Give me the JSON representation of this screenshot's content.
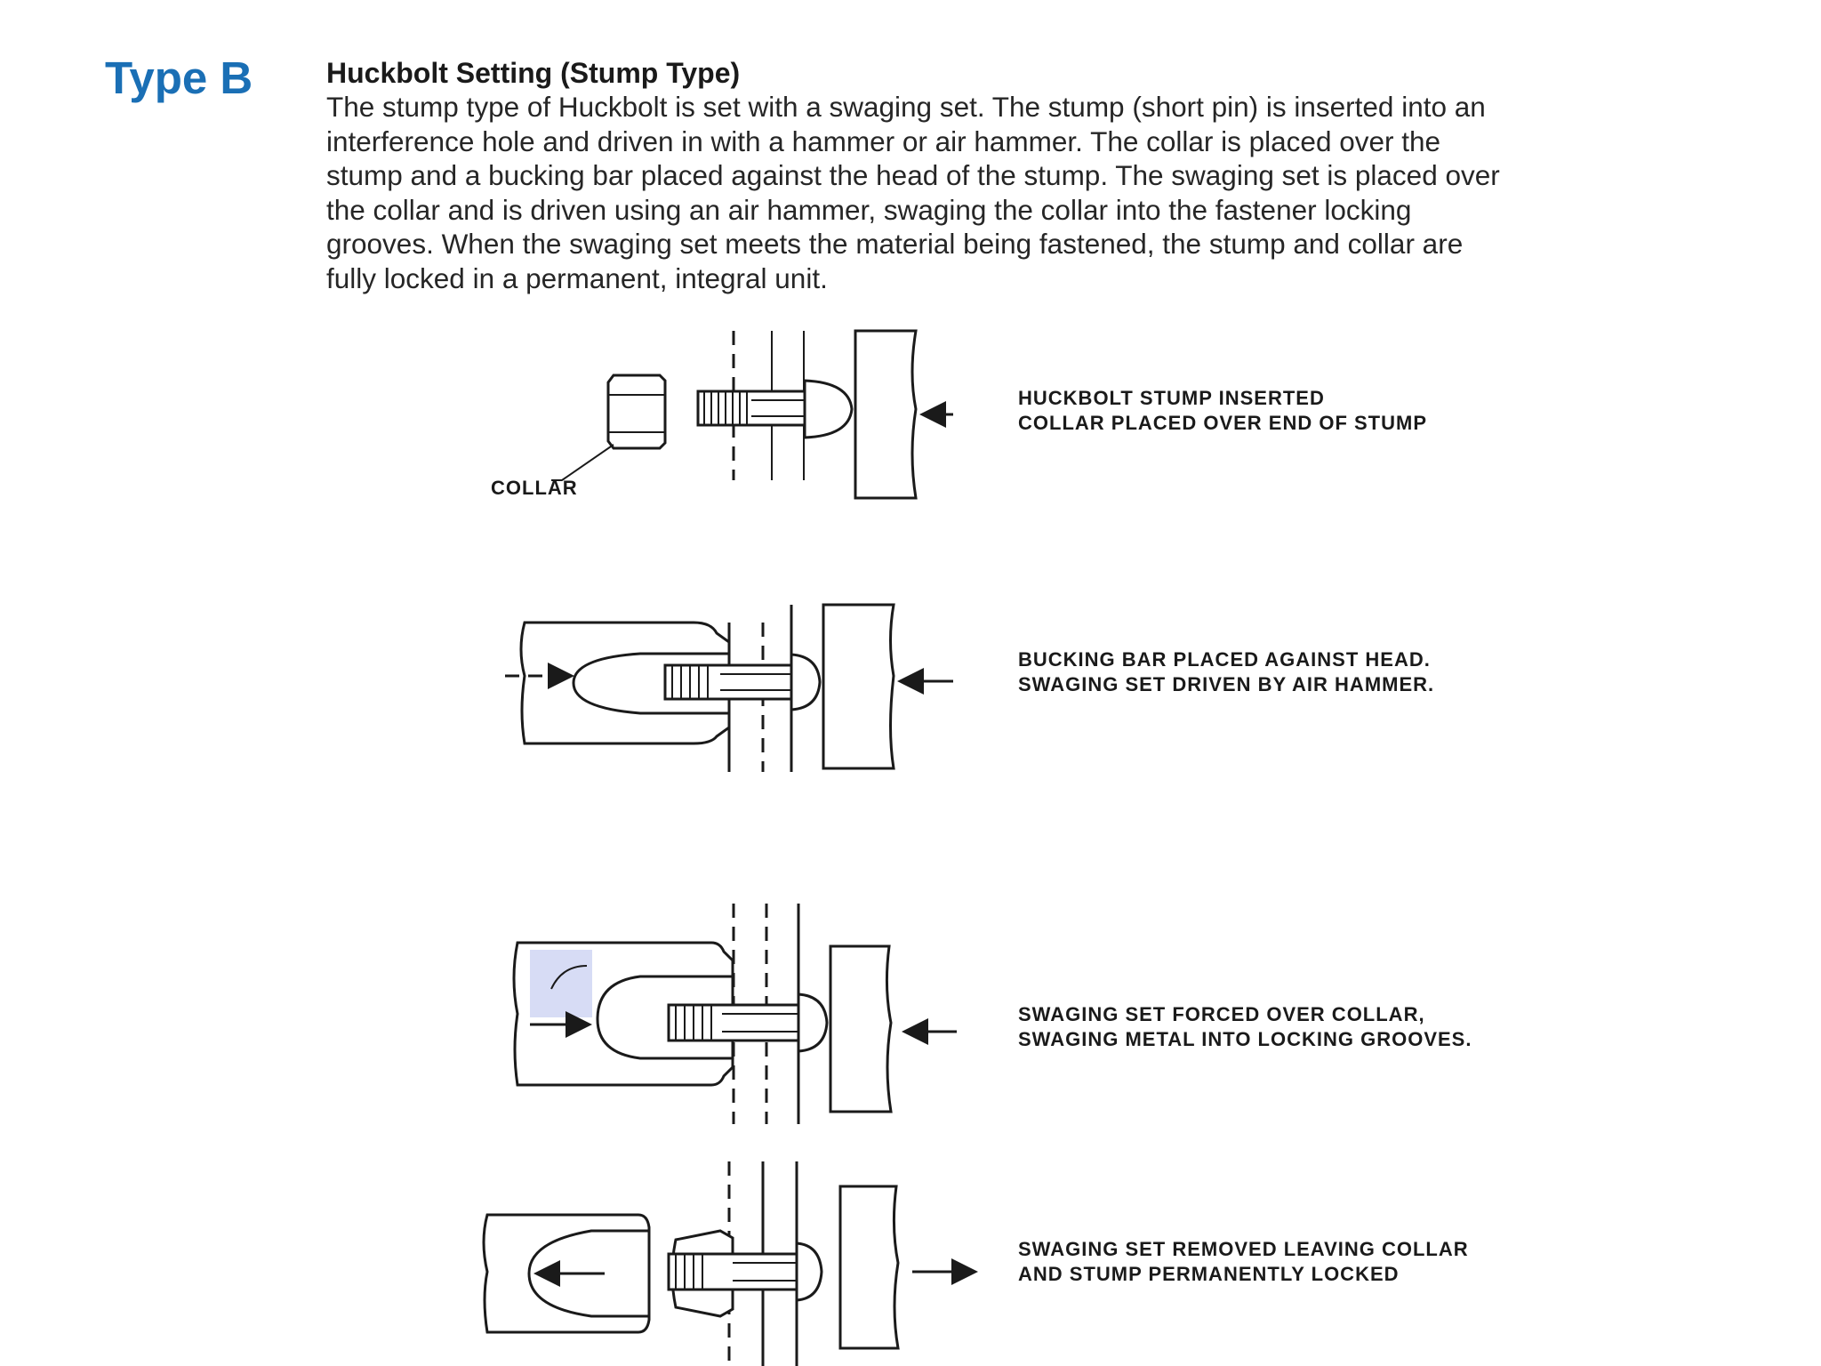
{
  "type_label": "Type B",
  "heading": "Huckbolt Setting (Stump Type)",
  "paragraph_lines": [
    "The stump type of Huckbolt is set with a swaging set. The stump (short pin) is inserted into an",
    "interference hole and driven in with a hammer or air hammer. The collar is placed over the",
    "stump and a bucking bar placed against the head of the stump. The swaging set is placed over",
    "the collar and is driven using an air hammer, swaging the collar into the fastener locking",
    "grooves. When the swaging set meets the material being fastened, the stump and collar are",
    "fully locked in a permanent, integral unit."
  ],
  "steps": [
    {
      "line1": "HUCKBOLT  STUMP  INSERTED",
      "line2": "COLLAR  PLACED  OVER  END  OF  STUMP",
      "part_label": "COLLAR"
    },
    {
      "line1": "BUCKING  BAR  PLACED  AGAINST  HEAD.",
      "line2": "SWAGING  SET  DRIVEN  BY  AIR  HAMMER."
    },
    {
      "line1": "SWAGING  SET  FORCED  OVER  COLLAR,",
      "line2": "SWAGING  METAL  INTO  LOCKING  GROOVES."
    },
    {
      "line1": "SWAGING  SET  REMOVED  LEAVING  COLLAR",
      "line2": "AND  STUMP  PERMANENTLY  LOCKED"
    }
  ],
  "colors": {
    "title_blue": "#1a6fb5",
    "highlight": "#d7dcf5"
  }
}
